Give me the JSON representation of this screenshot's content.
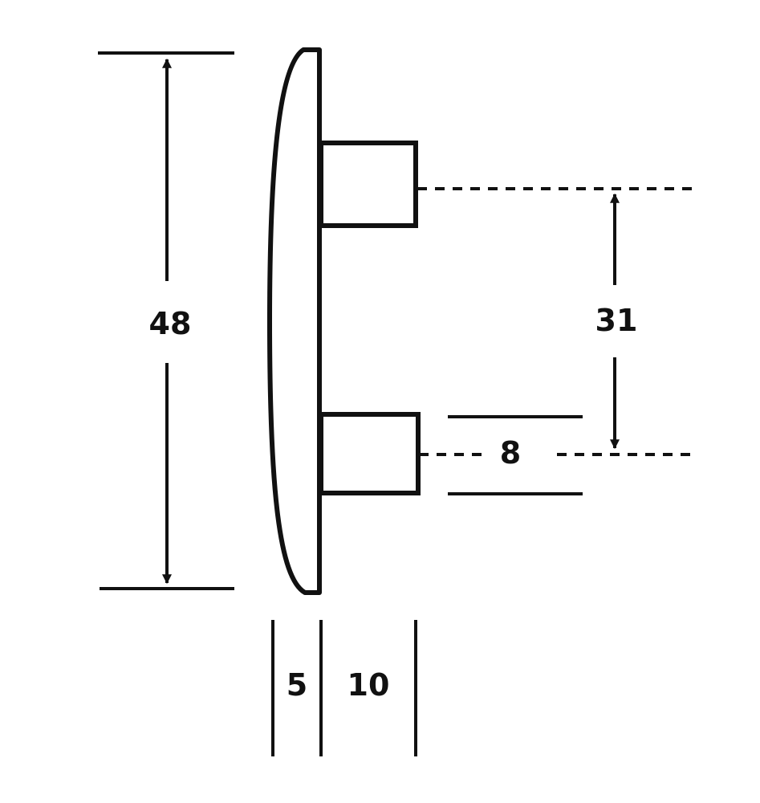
{
  "dimensions": {
    "overall_height": "48",
    "peg_spacing": "31",
    "peg_width": "8",
    "cap_thickness": "5",
    "peg_length": "10"
  },
  "colors": {
    "line": "#111111",
    "background": "#ffffff"
  }
}
